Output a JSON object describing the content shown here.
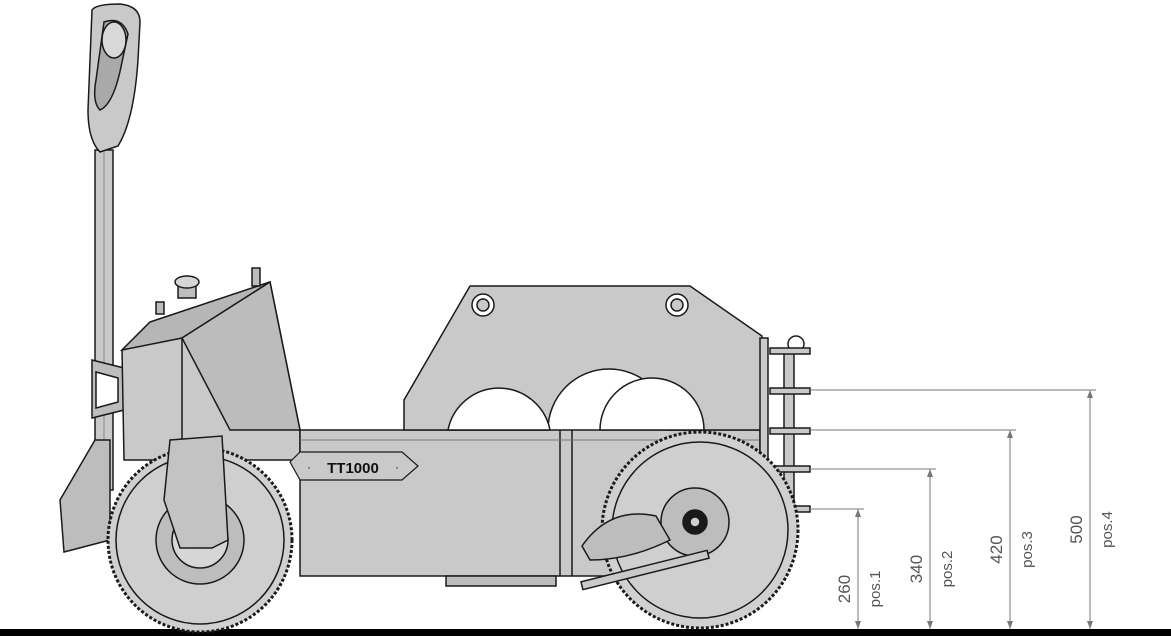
{
  "model_label": "TT1000",
  "dimensions": [
    {
      "value": "260",
      "position": "pos.1"
    },
    {
      "value": "340",
      "position": "pos.2"
    },
    {
      "value": "420",
      "position": "pos.3"
    },
    {
      "value": "500",
      "position": "pos.4"
    }
  ],
  "colors": {
    "body": "#c9c9c9",
    "body_dark": "#a9a9a9",
    "outline": "#1a1a1a",
    "tire": "#d0d0d0",
    "ground": "#000000",
    "dimension_line": "#777777"
  }
}
